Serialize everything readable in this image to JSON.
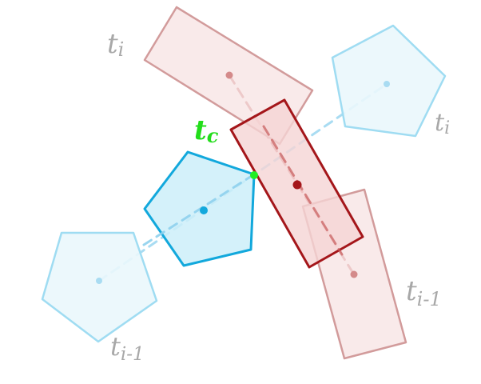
{
  "labels": {
    "rect_current": "t",
    "rect_current_sub": "i",
    "pent_current": "t",
    "pent_current_sub": "i",
    "contact": "t",
    "contact_sub": "c",
    "rect_prev": "t",
    "rect_prev_sub": "i-1",
    "pent_prev": "t",
    "pent_prev_sub": "i-1"
  },
  "colors": {
    "pentagon_faded_stroke": "#9fdcf2",
    "pentagon_faded_fill": "#eaf7fc",
    "pentagon_active_stroke": "#12a8dc",
    "pentagon_active_fill": "#cdeef9",
    "pentagon_path": "#a9dcf2",
    "rect_faded_stroke": "#d29b9b",
    "rect_faded_fill": "#f7e3e3",
    "rect_active_stroke": "#a4161a",
    "rect_path": "#cf7b7b",
    "contact_point": "#22ee22",
    "label_gray": "#a8a8a8",
    "label_green": "#22dd1a"
  }
}
